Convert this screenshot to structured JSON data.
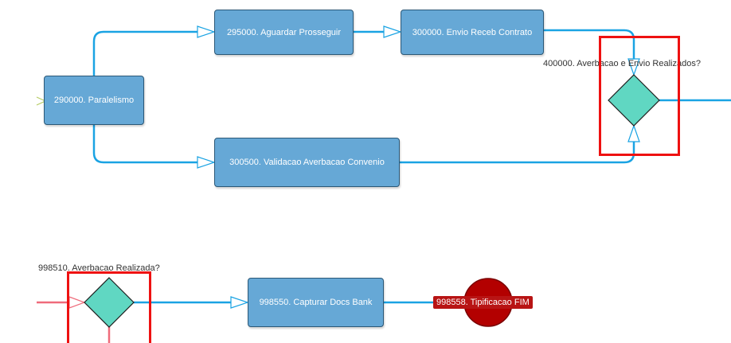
{
  "diagram": {
    "tasks": {
      "t290000": "290000. Paralelismo",
      "t295000": "295000. Aguardar Prosseguir",
      "t300000": "300000. Envio Receb Contrato",
      "t300500": "300500. Validacao Averbacao Convenio",
      "t998550": "998550. Capturar Docs Bank"
    },
    "gateways": {
      "g400000": "400000. Averbacao e Envio Realizados?",
      "g998510": "998510. Averbacao Realizada?"
    },
    "end_events": {
      "e998558": "998558. Tipificacao FIM"
    },
    "colors": {
      "connector": "#1aa3e3",
      "task_fill": "#66a8d6",
      "gateway_fill": "#60d7c2",
      "end_fill": "#b30000",
      "highlight": "#ee1111",
      "incoming_red": "#ef6b7b"
    }
  }
}
